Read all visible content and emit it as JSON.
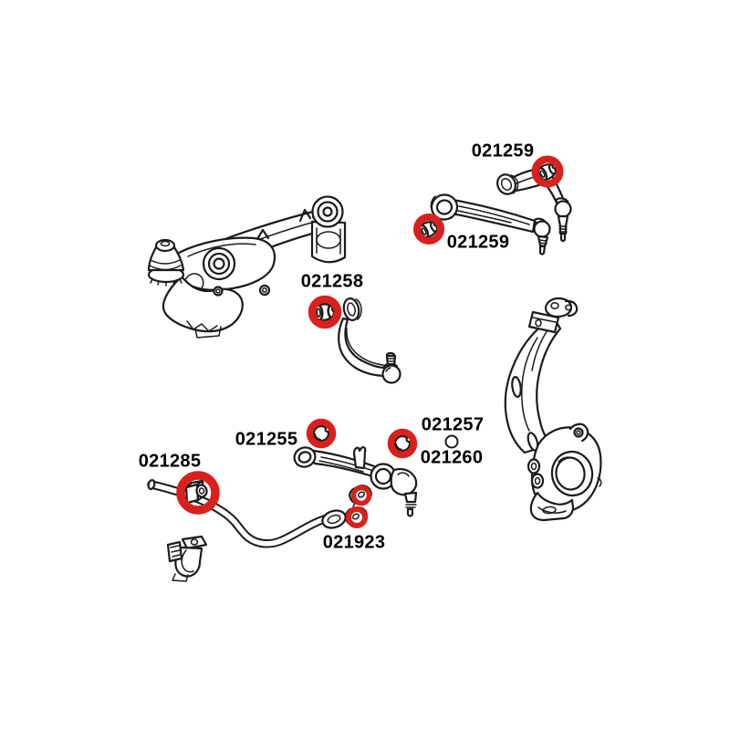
{
  "colors": {
    "background": "#ffffff",
    "line": "#1b1b1b",
    "highlight": "#d8211d",
    "label_text": "#000000"
  },
  "diagram": {
    "labels": [
      {
        "id": "021259-upper-arm-front-bushing",
        "text": "021259"
      },
      {
        "id": "021259-upper-arm-rear-bushing",
        "text": "021259"
      },
      {
        "id": "021258-caster-arm-bushing",
        "text": "021258"
      },
      {
        "id": "021255-lower-arm-front-bushing",
        "text": "021255"
      },
      {
        "id": "021257-lower-arm-ring",
        "text": "021257"
      },
      {
        "id": "021260-lower-arm-rear-bushing",
        "text": "021260"
      },
      {
        "id": "021285-sway-bar-bushing",
        "text": "021285"
      },
      {
        "id": "021923-drop-link-bushings",
        "text": "021923"
      }
    ]
  }
}
